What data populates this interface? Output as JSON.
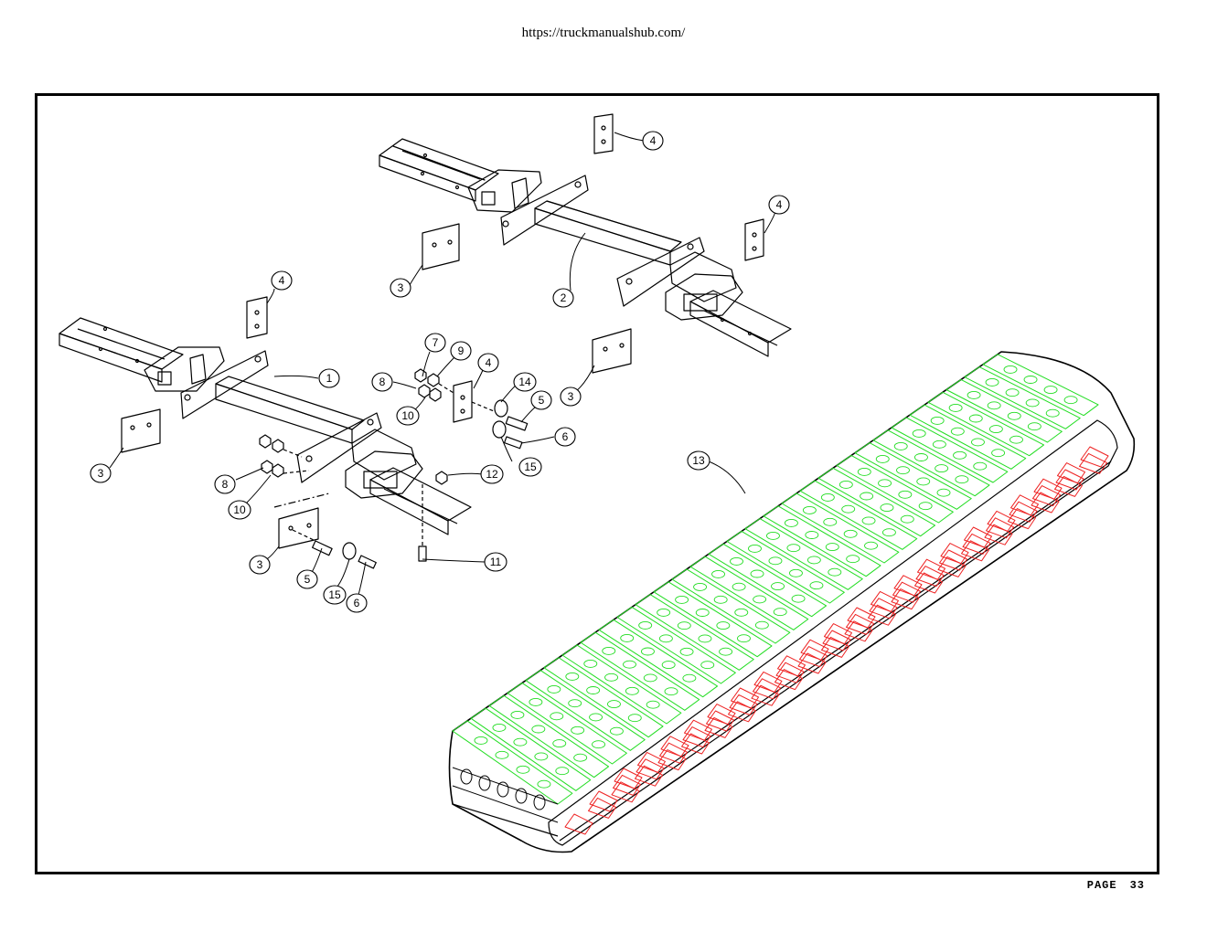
{
  "header": {
    "url": "https://truckmanualshub.com/"
  },
  "footer": {
    "page_label": "PAGE",
    "page_number": "33"
  },
  "colors": {
    "tread": "#22dd22",
    "lugs": "#ee2222",
    "line": "#000000"
  },
  "callouts": [
    {
      "id": "c1",
      "label": "1"
    },
    {
      "id": "c2",
      "label": "2"
    },
    {
      "id": "c3a",
      "label": "3"
    },
    {
      "id": "c3b",
      "label": "3"
    },
    {
      "id": "c3c",
      "label": "3"
    },
    {
      "id": "c3d",
      "label": "3"
    },
    {
      "id": "c4a",
      "label": "4"
    },
    {
      "id": "c4b",
      "label": "4"
    },
    {
      "id": "c4c",
      "label": "4"
    },
    {
      "id": "c4d",
      "label": "4"
    },
    {
      "id": "c5a",
      "label": "5"
    },
    {
      "id": "c5b",
      "label": "5"
    },
    {
      "id": "c6a",
      "label": "6"
    },
    {
      "id": "c6b",
      "label": "6"
    },
    {
      "id": "c7",
      "label": "7"
    },
    {
      "id": "c8a",
      "label": "8"
    },
    {
      "id": "c8b",
      "label": "8"
    },
    {
      "id": "c9",
      "label": "9"
    },
    {
      "id": "c10a",
      "label": "10"
    },
    {
      "id": "c10b",
      "label": "10"
    },
    {
      "id": "c11",
      "label": "11"
    },
    {
      "id": "c12",
      "label": "12"
    },
    {
      "id": "c13",
      "label": "13"
    },
    {
      "id": "c14",
      "label": "14"
    },
    {
      "id": "c15a",
      "label": "15"
    },
    {
      "id": "c15b",
      "label": "15"
    }
  ]
}
